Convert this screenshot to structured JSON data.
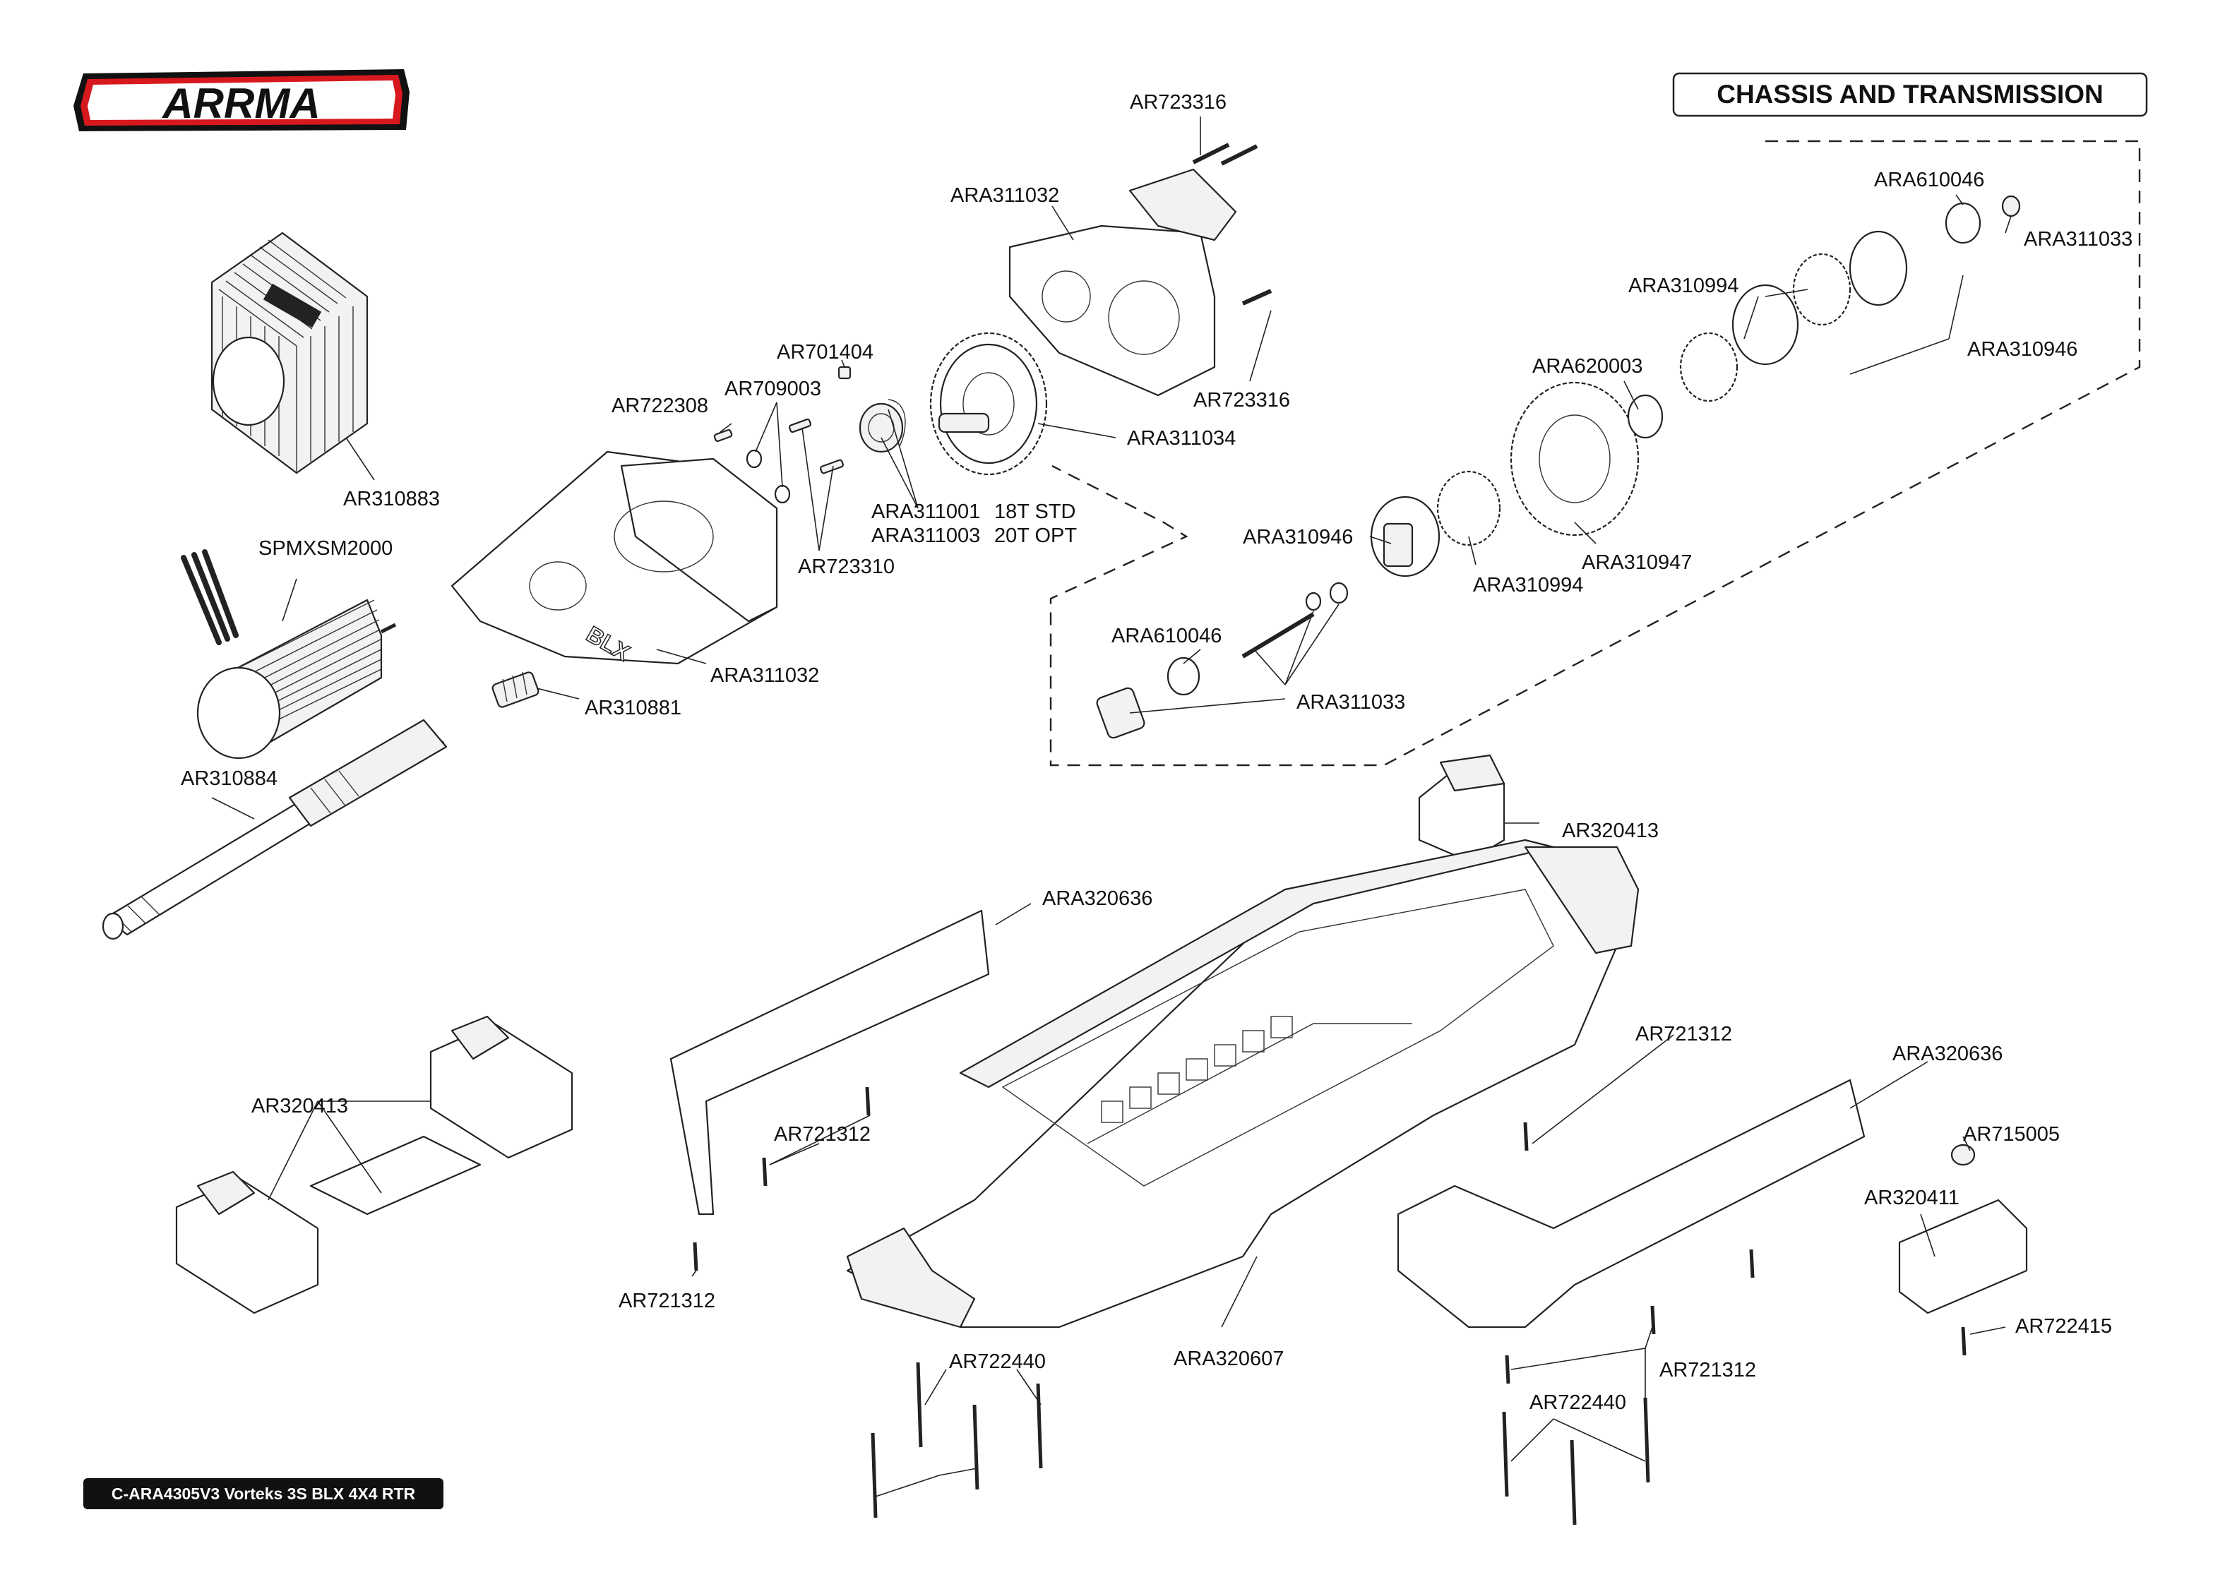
{
  "brand": {
    "logo_text": "ARRMA",
    "color": "#d7191f"
  },
  "page_title": "CHASSIS AND TRANSMISSION",
  "footer": "C-ARA4305V3 Vorteks 3S BLX 4X4 RTR",
  "parts": {
    "ar723316_top": "AR723316",
    "ara311032_top": "ARA311032",
    "ar723316_mid": "AR723316",
    "ara311034": "ARA311034",
    "ar701404": "AR701404",
    "ar709003": "AR709003",
    "ar722308": "AR722308",
    "ara311001": "ARA311001",
    "ara311003": "ARA311003",
    "t18": "18T STD",
    "t20": "20T OPT",
    "ar723310": "AR723310",
    "ara311032_low": "ARA311032",
    "ar310881": "AR310881",
    "ar310883": "AR310883",
    "spmxsm2000": "SPMXSM2000",
    "ar310884": "AR310884",
    "ara610046_r": "ARA610046",
    "ara311033_r": "ARA311033",
    "ara310994_r": "ARA310994",
    "ara310946_r": "ARA310946",
    "ara620003": "ARA620003",
    "ara310946_l": "ARA310946",
    "ara310994_l": "ARA310994",
    "ara310947": "ARA310947",
    "ara610046_l": "ARA610046",
    "ara311033_l": "ARA311033",
    "ar320413_top": "AR320413",
    "ara320636_l": "ARA320636",
    "ar320413_l": "AR320413",
    "ar721312_a": "AR721312",
    "ar721312_b": "AR721312",
    "ar721312_c": "AR721312",
    "ar721312_d": "AR721312",
    "ara320636_r": "ARA320636",
    "ar715005": "AR715005",
    "ar320411": "AR320411",
    "ar722415": "AR722415",
    "ar722440_l": "AR722440",
    "ar722440_r": "AR722440",
    "ara320607": "ARA320607"
  }
}
